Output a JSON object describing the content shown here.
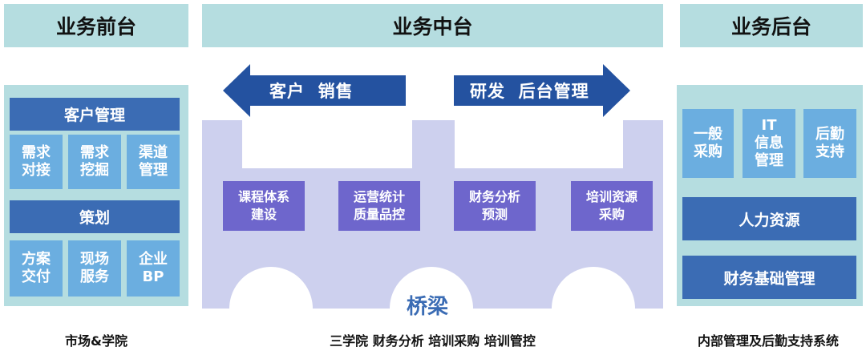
{
  "headers": {
    "front": "业务前台",
    "middle": "业务中台",
    "back": "业务后台"
  },
  "front": {
    "customer_mgmt": "客户管理",
    "row1": [
      "需求\n对接",
      "需求\n挖掘",
      "渠道\n管理"
    ],
    "planning": "策划",
    "row2": [
      "方案\n交付",
      "现场\n服务",
      "企业\nBP"
    ]
  },
  "middle": {
    "arrow_left": "客户  销售",
    "arrow_right": "研发  后台管理",
    "boxes": [
      "课程体系\n建设",
      "运营统计\n质量品控",
      "财务分析\n预测",
      "培训资源\n采购"
    ],
    "bridge": "桥梁"
  },
  "back": {
    "row1": [
      "一般\n采购",
      "IT\n信息\n管理",
      "后勤\n支持"
    ],
    "hr": "人力资源",
    "finance": "财务基础管理"
  },
  "captions": {
    "front": "市场&学院",
    "middle": "三学院 财务分析 培训采购 培训管控",
    "back": "内部管理及后勤支持系统"
  },
  "colors": {
    "header_bg": "#b5dde0",
    "dark_blue": "#3b6cb4",
    "light_blue": "#6baee0",
    "purple_box": "#6e66cc",
    "bridge": "#cdd0ee",
    "arrow": "#2452a0"
  }
}
